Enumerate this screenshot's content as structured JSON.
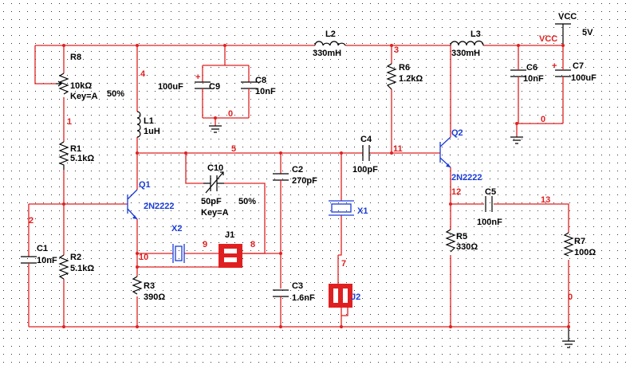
{
  "supply": {
    "vcc_top": "VCC",
    "voltage": "5V",
    "vcc_net": "VCC"
  },
  "components": {
    "R8": {
      "ref": "R8",
      "value": "10kΩ",
      "key": "Key=A",
      "pct": "50%"
    },
    "R1": {
      "ref": "R1",
      "value": "5.1kΩ"
    },
    "R2": {
      "ref": "R2",
      "value": "5.1kΩ"
    },
    "R3": {
      "ref": "R3",
      "value": "390Ω"
    },
    "R5": {
      "ref": "R5",
      "value": "330Ω"
    },
    "R6": {
      "ref": "R6",
      "value": "1.2kΩ"
    },
    "R7": {
      "ref": "R7",
      "value": "100Ω"
    },
    "L1": {
      "ref": "L1",
      "value": "1uH"
    },
    "L2": {
      "ref": "L2",
      "value": "330mH"
    },
    "L3": {
      "ref": "L3",
      "value": "330mH"
    },
    "C1": {
      "ref": "C1",
      "value": "10nF"
    },
    "C2": {
      "ref": "C2",
      "value": "270pF"
    },
    "C3": {
      "ref": "C3",
      "value": "1.6nF"
    },
    "C4": {
      "ref": "C4",
      "value": "100pF"
    },
    "C5": {
      "ref": "C5",
      "value": "100nF"
    },
    "C6": {
      "ref": "C6",
      "value": "10nF"
    },
    "C7": {
      "ref": "C7",
      "value": "100uF"
    },
    "C8": {
      "ref": "C8",
      "value": "10nF"
    },
    "C9": {
      "ref": "C9",
      "value": "100uF"
    },
    "C10": {
      "ref": "C10",
      "value": "50pF",
      "pct": "50%",
      "key": "Key=A"
    },
    "Q1": {
      "ref": "Q1",
      "model": "2N2222"
    },
    "Q2": {
      "ref": "Q2",
      "model": "2N2222"
    },
    "X1": {
      "ref": "X1"
    },
    "X2": {
      "ref": "X2"
    },
    "J1": {
      "ref": "J1"
    },
    "J2": {
      "ref": "J2"
    }
  },
  "nets": {
    "n0a": "0",
    "n0b": "0",
    "n0c": "0",
    "n1": "1",
    "n2": "2",
    "n3": "3",
    "n4": "4",
    "n5": "5",
    "n7": "7",
    "n8": "8",
    "n9": "9",
    "n10": "10",
    "n11": "11",
    "n12": "12",
    "n13": "13"
  },
  "colors": {
    "wire": "#e02020",
    "part": "#000000",
    "transistor": "#1a3cd8",
    "switch": "#e02020"
  }
}
